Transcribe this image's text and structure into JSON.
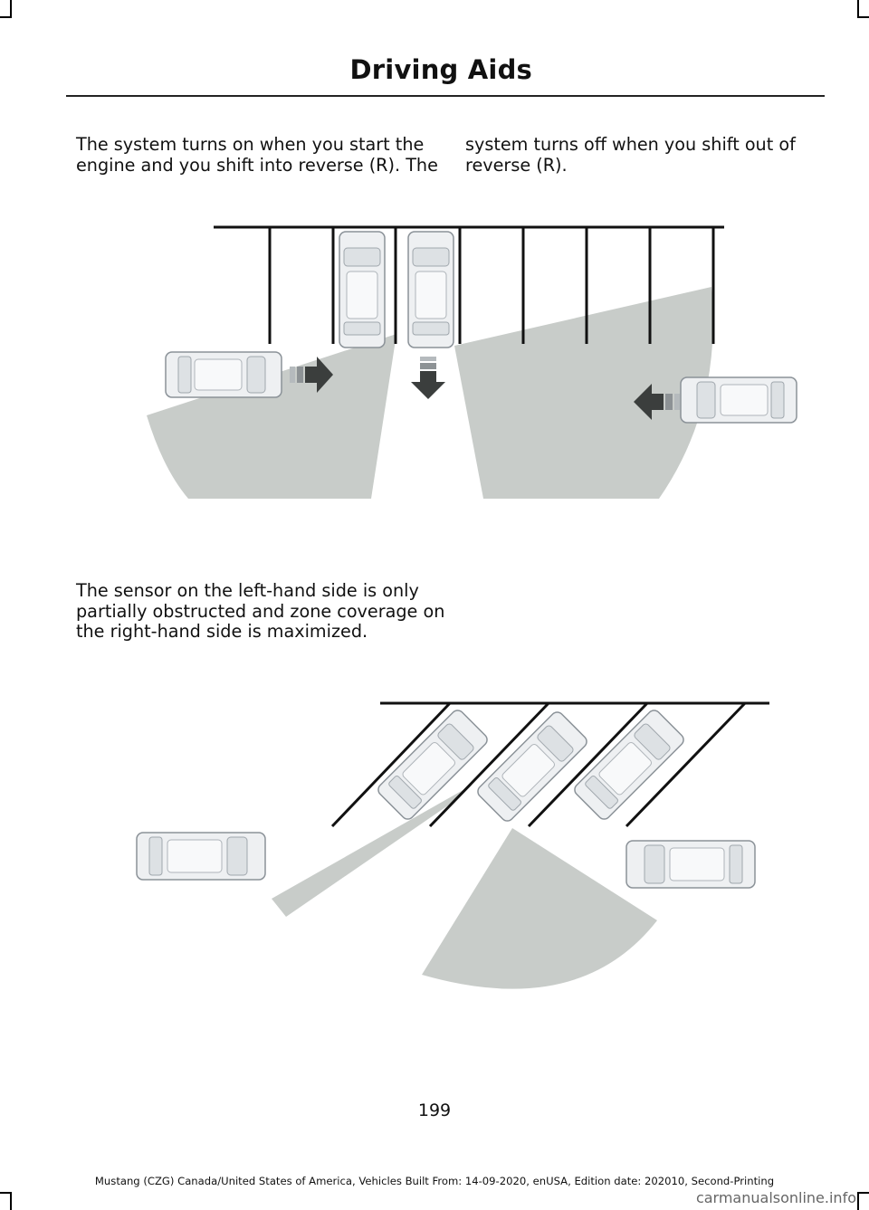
{
  "header": {
    "title": "Driving Aids"
  },
  "paragraphs": {
    "p1_left": "The system turns on when you start the engine and you shift into reverse (R). The",
    "p1_right": "system turns off when you shift out of reverse (R).",
    "p2": "The sensor on the left-hand side is only partially obstructed and zone coverage on the right-hand side is maximized."
  },
  "page_number": "199",
  "footer": "Mustang (CZG) Canada/United States of America, Vehicles Built From: 14-09-2020, enUSA, Edition date: 202010, Second-Printing",
  "watermark": "carmanualsonline.info",
  "colors": {
    "zone": "#c8ccc9",
    "arrow": "#3b3e3d",
    "car_body": "#eef0f2",
    "car_outline": "#8b9298"
  }
}
